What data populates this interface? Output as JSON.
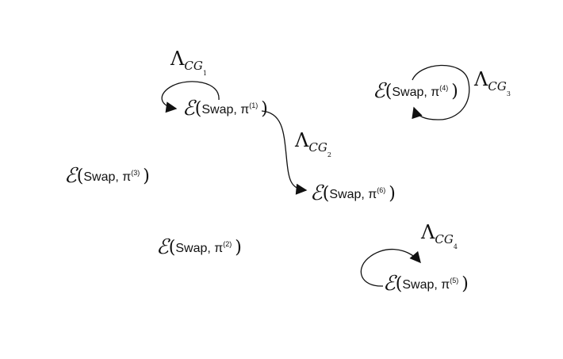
{
  "nodes": [
    {
      "id": "n1",
      "label": "Swap, π",
      "sup": "(1)"
    },
    {
      "id": "n2",
      "label": "Swap, π",
      "sup": "(2)"
    },
    {
      "id": "n3",
      "label": "Swap, π",
      "sup": "(3)"
    },
    {
      "id": "n4",
      "label": "Swap, π",
      "sup": "(4)"
    },
    {
      "id": "n5",
      "label": "Swap, π",
      "sup": "(5)"
    },
    {
      "id": "n6",
      "label": "Swap, π",
      "sup": "(6)"
    }
  ],
  "node_prefix": "ℰ",
  "open_paren": "(",
  "close_paren": ")",
  "lambdas": [
    {
      "symbol": "Λ",
      "sub": "CG",
      "index": "1"
    },
    {
      "symbol": "Λ",
      "sub": "CG",
      "index": "2"
    },
    {
      "symbol": "Λ",
      "sub": "CG",
      "index": "3"
    },
    {
      "symbol": "Λ",
      "sub": "CG",
      "index": "4"
    }
  ],
  "edges": [
    {
      "from": "n1",
      "to": "n1",
      "label": "Λ_CG_1"
    },
    {
      "from": "n1",
      "to": "n6",
      "label": "Λ_CG_2"
    },
    {
      "from": "n4",
      "to": "n4",
      "label": "Λ_CG_3"
    },
    {
      "from": "n5",
      "to": "n5",
      "label": "Λ_CG_4"
    }
  ]
}
